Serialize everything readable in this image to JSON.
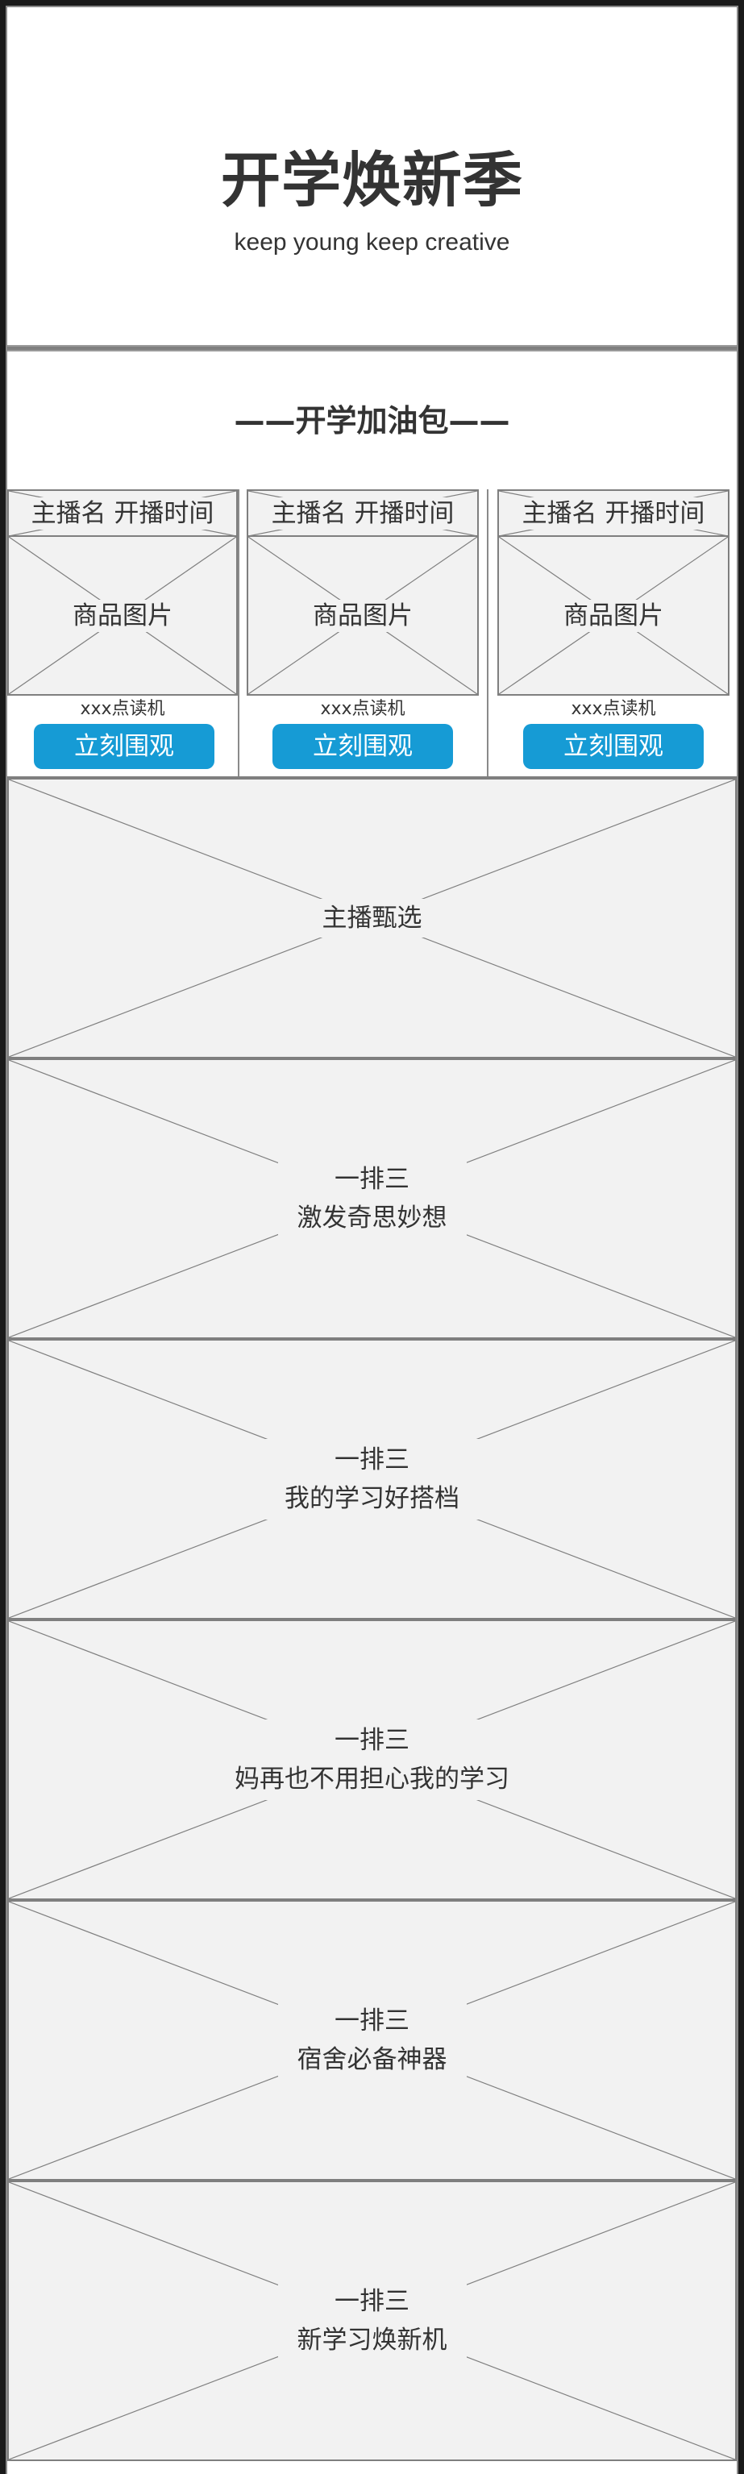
{
  "hero": {
    "title": "开学焕新季",
    "subtitle": "keep young keep creative"
  },
  "section": {
    "title": "——开学加油包——"
  },
  "cards": [
    {
      "header": "主播名 开播时间",
      "image_label": "商品图片",
      "product_name": "xxx点读机",
      "button_label": "立刻围观"
    },
    {
      "header": "主播名 开播时间",
      "image_label": "商品图片",
      "product_name": "xxx点读机",
      "button_label": "立刻围观"
    },
    {
      "header": "主播名 开播时间",
      "image_label": "商品图片",
      "product_name": "xxx点读机",
      "button_label": "立刻围观"
    }
  ],
  "banners": [
    {
      "line1": "主播甄选",
      "line2": ""
    },
    {
      "line1": "一排三",
      "line2": "激发奇思妙想"
    },
    {
      "line1": "一排三",
      "line2": "我的学习好搭档"
    },
    {
      "line1": "一排三",
      "line2": "妈再也不用担心我的学习"
    },
    {
      "line1": "一排三",
      "line2": "宿舍必备神器"
    },
    {
      "line1": "一排三",
      "line2": "新学习焕新机"
    }
  ],
  "colors": {
    "button": "#169bd5",
    "placeholder_fill": "#f2f2f2",
    "placeholder_stroke": "#7f7f7f",
    "frame": "#1a1a1a",
    "text": "#333333"
  }
}
